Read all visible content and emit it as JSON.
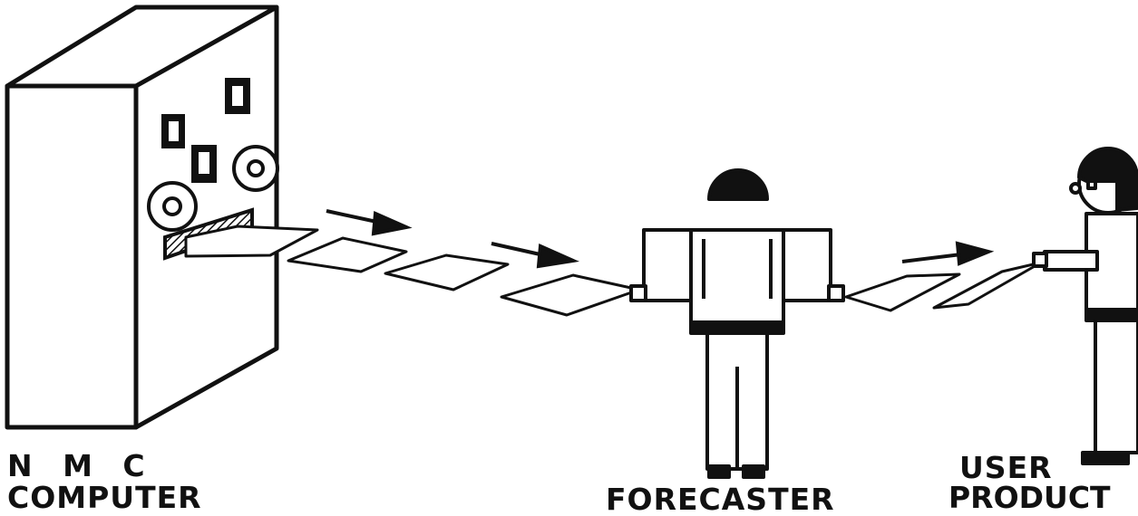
{
  "labels": {
    "nmc": "N M C",
    "computer": "COMPUTER",
    "forecaster": "FORECASTER",
    "user": "USER",
    "product": "PRODUCT"
  },
  "colors": {
    "ink": "#111111",
    "paper": "#ffffff"
  }
}
